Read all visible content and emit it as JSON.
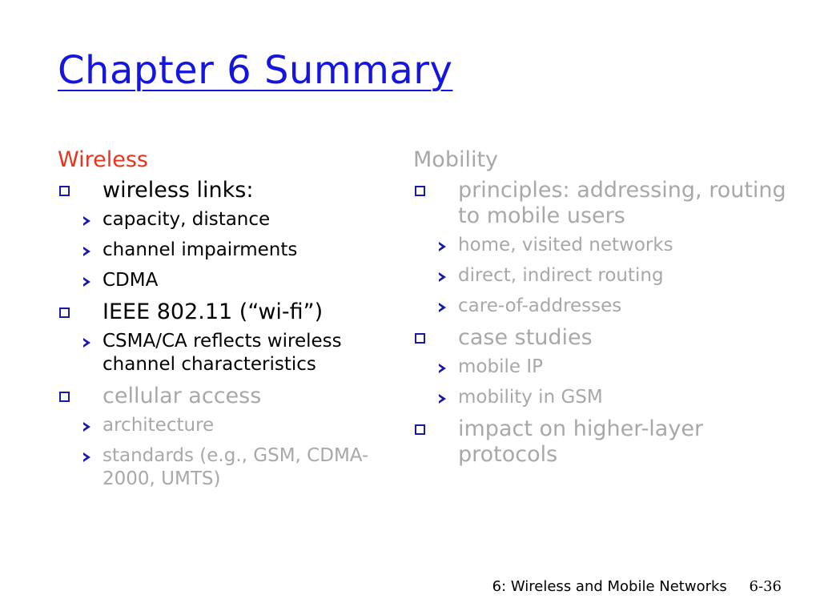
{
  "slide": {
    "title": "Chapter 6 Summary",
    "footer_text": "6: Wireless and Mobile Networks",
    "page_number": "6-36"
  },
  "colors": {
    "title": "#1515e0",
    "heading_red": "#e8341c",
    "gray_text": "#a8a8a8",
    "bullet": "#1a1aa8"
  },
  "left": {
    "heading": "Wireless",
    "items": [
      {
        "text": "wireless links:",
        "sub": [
          "capacity, distance",
          "channel impairments",
          "CDMA"
        ]
      },
      {
        "text": "IEEE 802.11 (“wi-fi”)",
        "sub": [
          "CSMA/CA reflects wireless channel characteristics"
        ]
      },
      {
        "text": "cellular access",
        "sub": [
          "architecture",
          "standards (e.g., GSM, CDMA-2000, UMTS)"
        ]
      }
    ]
  },
  "right": {
    "heading": "Mobility",
    "items": [
      {
        "text": "principles: addressing, routing to mobile users",
        "sub": [
          "home, visited networks",
          "direct, indirect routing",
          "care-of-addresses"
        ]
      },
      {
        "text": "case studies",
        "sub": [
          "mobile IP",
          "mobility in GSM"
        ]
      },
      {
        "text": "impact on higher-layer protocols",
        "sub": []
      }
    ]
  }
}
